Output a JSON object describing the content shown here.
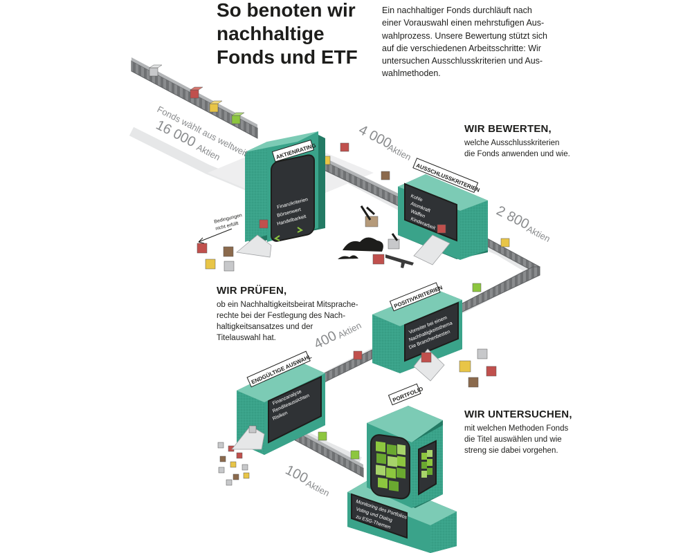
{
  "header": {
    "title_lines": [
      "So benoten wir",
      "nachhaltige",
      "Fonds und ETF"
    ],
    "intro_lines": [
      "Ein nachhaltiger Fonds durchläuft nach",
      "einer Vorauswahl einen mehrstufigen Aus-",
      "wahlprozess. Unsere Bewertung stützt sich",
      "auf die verschiedenen Arbeitsschritte: Wir",
      "untersuchen Ausschlusskriterien und Aus-",
      "wahlmethoden."
    ]
  },
  "blocks": {
    "bewerten": {
      "title": "WIR BEWERTEN,",
      "lines": [
        "welche Ausschlusskriterien",
        "die Fonds anwenden und wie."
      ]
    },
    "pruefen": {
      "title": "WIR PRÜFEN,",
      "lines": [
        "ob ein Nachhaltigkeitsbeirat Mitsprache-",
        "rechte bei der Festlegung des Nach-",
        "haltigkeitsansatzes und der",
        "Titelauswahl hat."
      ]
    },
    "untersuchen": {
      "title": "WIR UNTERSUCHEN,",
      "lines": [
        "mit welchen Methoden Fonds",
        "die Titel auswählen und wie",
        "streng sie dabei vorgehen."
      ]
    }
  },
  "flow": {
    "start_caption": "Fonds wählt aus weltweit",
    "start_count": "16 000",
    "start_unit": "Aktien",
    "counts": [
      {
        "number": "4 000",
        "unit": "Aktien"
      },
      {
        "number": "2 800",
        "unit": "Aktien"
      },
      {
        "number": "400",
        "unit": "Aktien"
      },
      {
        "number": "100",
        "unit": "Aktien"
      }
    ],
    "conditions_note": [
      "Bedingungen",
      "nicht erfüllt"
    ]
  },
  "machines": {
    "aktienrating": {
      "label": "AKTIENRATING",
      "items": [
        "Finanzkriterien",
        "Börsenwert",
        "Handelbarkeit"
      ]
    },
    "ausschluss": {
      "label": "AUSSCHLUSSKRITERIEN",
      "items": [
        "Kohle",
        "Atomkraft",
        "Waffen",
        "Kinderarbeit"
      ]
    },
    "positiv": {
      "label": "POSITIVKRITERIEN",
      "items": [
        "Vorreiter bei einem",
        "Nachhaltigkeitsthema",
        "Die Branchenbesten"
      ]
    },
    "endgueltig": {
      "label": "ENDGÜLTIGE AUSWAHL",
      "items": [
        "Finanzanalyse",
        "Renditeaussichten",
        "Risiken"
      ]
    },
    "portfolio": {
      "label": "PORTFOLIO",
      "items": [
        "Monitoring des Portfolios",
        "Voting und Dialog",
        "zu ESG-Themen"
      ]
    }
  },
  "colors": {
    "machine_teal": "#3aa38a",
    "machine_light": "#7ccbb5",
    "machine_dark": "#237a64",
    "screen": "#2f3235",
    "conveyor": "#8a8c8e",
    "track": "#e6e7e8",
    "text": "#1d1d1b",
    "cube_yellow": "#e8c547",
    "cube_red": "#c0504d",
    "cube_green": "#8dc63f",
    "cube_grey": "#c7c8ca",
    "cube_brown": "#8b6a4d"
  }
}
